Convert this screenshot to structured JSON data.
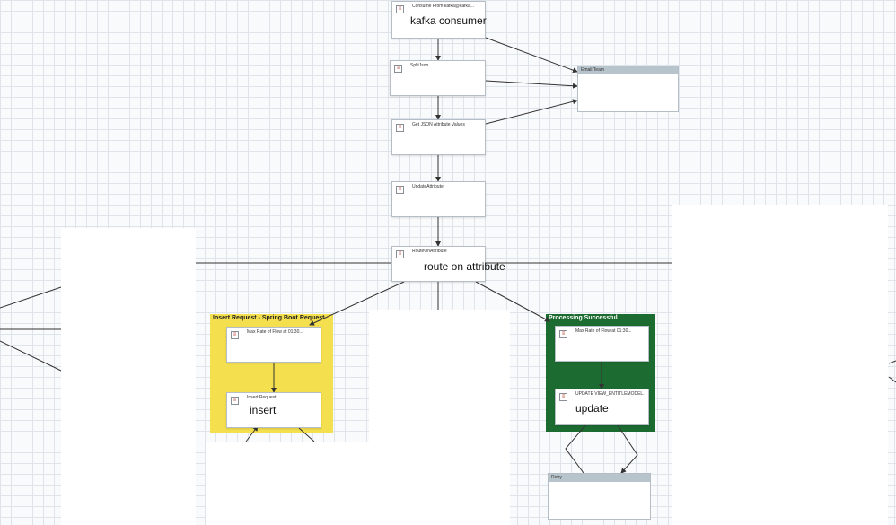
{
  "canvas": {
    "processors": {
      "kafka_consumer": {
        "name": "Consume From kafka@kafka...",
        "annotation": "kafka consumer"
      },
      "split_json": {
        "name": "SplitJson"
      },
      "eval_json": {
        "name": "Get JSON Attribute Values"
      },
      "update_attribute": {
        "name": "UpdateAttribute"
      },
      "route_on_attribute": {
        "name": "RouteOnAttribute",
        "annotation": "route on attribute"
      },
      "insert_rate": {
        "name": "Max Rate of Flow at 01:30..."
      },
      "insert_request": {
        "name": "Insert Request",
        "annotation": "insert"
      },
      "update_rate": {
        "name": "Max Rate of Flow at 01:30..."
      },
      "update_query": {
        "name": "UPDATE VIEW_ENTITLEMODEL...",
        "annotation": "update"
      }
    },
    "funnels": {
      "email_team": {
        "name": "Email Team"
      },
      "retry": {
        "name": "Retry"
      }
    },
    "groups": {
      "insert_group": {
        "title": "Insert Request - Spring Boot Request",
        "color": "#f4df4e"
      },
      "processing_group": {
        "title": "Processing Successful",
        "color": "#1c6b30"
      }
    },
    "processor_icon": "processor-icon",
    "colors": {
      "grid": "#dfe4ea",
      "connection": "#333333"
    }
  }
}
